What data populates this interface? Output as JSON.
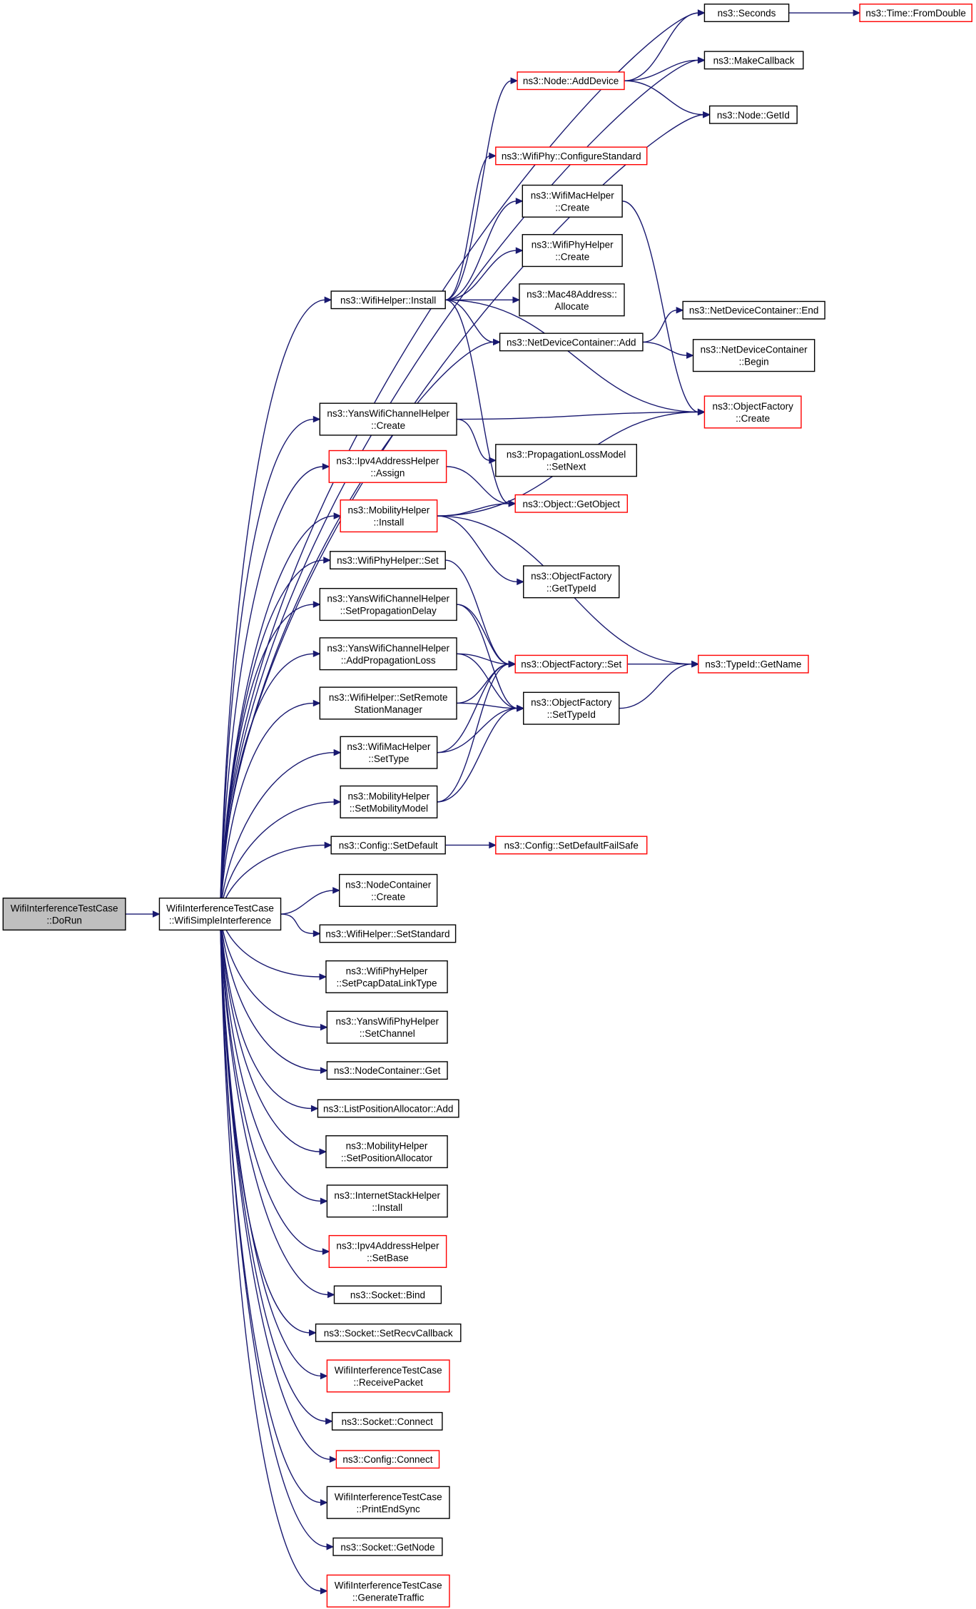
{
  "colors": {
    "edge": "#191970",
    "node_border": "#000000",
    "truncated_border": "#ff0000",
    "root_fill": "#bfbfbf",
    "background": "#ffffff"
  },
  "nodes": {
    "root": [
      "WifiInterferenceTestCase",
      "::DoRun"
    ],
    "simple": [
      "WifiInterferenceTestCase",
      "::WifiSimpleInterference"
    ],
    "seconds": [
      "ns3::Seconds"
    ],
    "fromdouble": [
      "ns3::Time::FromDouble"
    ],
    "makecallback": [
      "ns3::MakeCallback"
    ],
    "adddevice": [
      "ns3::Node::AddDevice"
    ],
    "getid": [
      "ns3::Node::GetId"
    ],
    "configstd": [
      "ns3::WifiPhy::ConfigureStandard"
    ],
    "wmaccreate": [
      "ns3::WifiMacHelper",
      "::Create"
    ],
    "wphycreate": [
      "ns3::WifiPhyHelper",
      "::Create"
    ],
    "mac48": [
      "ns3::Mac48Address::",
      "Allocate"
    ],
    "wifiinstall": [
      "ns3::WifiHelper::Install"
    ],
    "ndcend": [
      "ns3::NetDeviceContainer::End"
    ],
    "ndcadd": [
      "ns3::NetDeviceContainer::Add"
    ],
    "ndcbegin": [
      "ns3::NetDeviceContainer",
      "::Begin"
    ],
    "yanscreate": [
      "ns3::YansWifiChannelHelper",
      "::Create"
    ],
    "ofcreate": [
      "ns3::ObjectFactory",
      "::Create"
    ],
    "plmsetnext": [
      "ns3::PropagationLossModel",
      "::SetNext"
    ],
    "ipv4assign": [
      "ns3::Ipv4AddressHelper",
      "::Assign"
    ],
    "getobject": [
      "ns3::Object::GetObject"
    ],
    "mobinstall": [
      "ns3::MobilityHelper",
      "::Install"
    ],
    "ofgettypeid": [
      "ns3::ObjectFactory",
      "::GetTypeId"
    ],
    "wphyset": [
      "ns3::WifiPhyHelper::Set"
    ],
    "setpropdelay": [
      "ns3::YansWifiChannelHelper",
      "::SetPropagationDelay"
    ],
    "addproploss": [
      "ns3::YansWifiChannelHelper",
      "::AddPropagationLoss"
    ],
    "ofset": [
      "ns3::ObjectFactory::Set"
    ],
    "typeidname": [
      "ns3::TypeId::GetName"
    ],
    "setremote": [
      "ns3::WifiHelper::SetRemote",
      "StationManager"
    ],
    "ofsettypeid": [
      "ns3::ObjectFactory",
      "::SetTypeId"
    ],
    "wmacsettype": [
      "ns3::WifiMacHelper",
      "::SetType"
    ],
    "mobsetmodel": [
      "ns3::MobilityHelper",
      "::SetMobilityModel"
    ],
    "cfgsetdefault": [
      "ns3::Config::SetDefault"
    ],
    "cfgfailsafe": [
      "ns3::Config::SetDefaultFailSafe"
    ],
    "nccreate": [
      "ns3::NodeContainer",
      "::Create"
    ],
    "setstandard": [
      "ns3::WifiHelper::SetStandard"
    ],
    "pcap": [
      "ns3::WifiPhyHelper",
      "::SetPcapDataLinkType"
    ],
    "yphysetchan": [
      "ns3::YansWifiPhyHelper",
      "::SetChannel"
    ],
    "ncget": [
      "ns3::NodeContainer::Get"
    ],
    "lpaadd": [
      "ns3::ListPositionAllocator::Add"
    ],
    "mobsetpos": [
      "ns3::MobilityHelper",
      "::SetPositionAllocator"
    ],
    "inetinstall": [
      "ns3::InternetStackHelper",
      "::Install"
    ],
    "ipv4setbase": [
      "ns3::Ipv4AddressHelper",
      "::SetBase"
    ],
    "sockbind": [
      "ns3::Socket::Bind"
    ],
    "sockrecvcb": [
      "ns3::Socket::SetRecvCallback"
    ],
    "recvpacket": [
      "WifiInterferenceTestCase",
      "::ReceivePacket"
    ],
    "sockconnect": [
      "ns3::Socket::Connect"
    ],
    "cfgconnect": [
      "ns3::Config::Connect"
    ],
    "printendsync": [
      "WifiInterferenceTestCase",
      "::PrintEndSync"
    ],
    "sockgetnode": [
      "ns3::Socket::GetNode"
    ],
    "gentraffic": [
      "WifiInterferenceTestCase",
      "::GenerateTraffic"
    ]
  }
}
